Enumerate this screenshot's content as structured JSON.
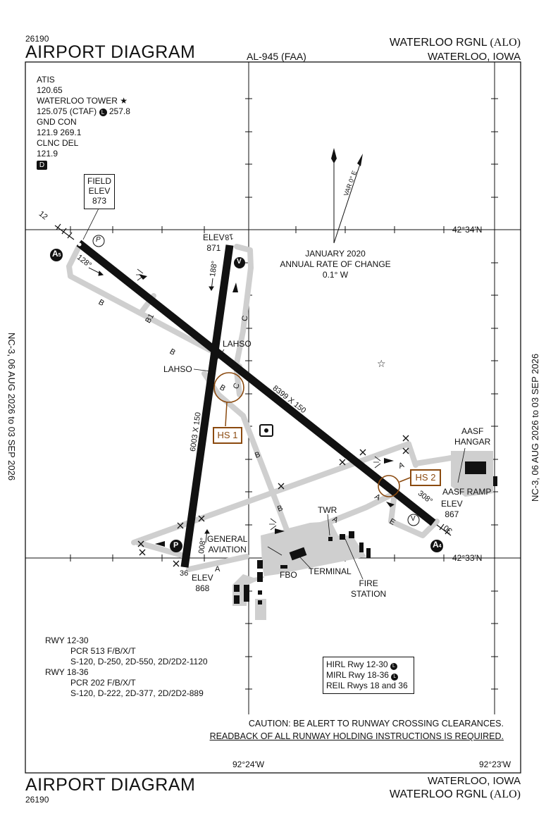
{
  "header": {
    "number": "26190",
    "title": "AIRPORT DIAGRAM",
    "chart_id": "AL-945 (FAA)",
    "airport_name": "WATERLOO RGNL",
    "airport_code": "(ALO)",
    "city_state": "WATERLOO, IOWA"
  },
  "footer": {
    "title": "AIRPORT DIAGRAM",
    "number": "26190",
    "city_state": "WATERLOO, IOWA",
    "airport_name": "WATERLOO RGNL",
    "airport_code": "(ALO)"
  },
  "side_labels": {
    "left": "NC-3, 06 AUG 2026 to 03 SEP 2026",
    "right": "NC-3, 06 AUG 2026 to 03 SEP 2026"
  },
  "frequencies": {
    "lines": [
      "ATIS",
      "120.65",
      "WATERLOO TOWER",
      "125.075 (CTAF)",
      "257.8",
      "GND CON",
      "121.9 269.1",
      "CLNC DEL",
      "121.9"
    ],
    "tower_star": "★",
    "l_symbol": "L",
    "d_symbol": "D"
  },
  "field_elev": {
    "line1": "FIELD",
    "line2": "ELEV",
    "value": "873"
  },
  "declination": {
    "var_label": "VAR 0° E",
    "line1": "JANUARY 2020",
    "line2": "ANNUAL RATE OF CHANGE",
    "line3": "0.1° W"
  },
  "coordinates": {
    "lat_north": "42°34'N",
    "lat_south": "42°33'N",
    "lon_west": "92°24'W",
    "lon_east": "92°23'W"
  },
  "runways": {
    "rwy_12_label": "12",
    "rwy_30_label": "30",
    "rwy_18_label": "18",
    "rwy_36_label": "36",
    "dims_12_30": "8399 X 150",
    "dims_18_36": "6003 X 150",
    "hdg_128": "128°",
    "hdg_308": "308°",
    "hdg_188": "188°",
    "hdg_008": "008°",
    "elev_18": {
      "label": "ELEV",
      "value": "871"
    },
    "elev_36": {
      "label": "ELEV",
      "value": "868"
    },
    "elev_30": {
      "label": "ELEV",
      "value": "867"
    },
    "lahso_1": "LAHSO",
    "lahso_2": "LAHSO"
  },
  "taxiways": [
    "B",
    "B1",
    "B",
    "B",
    "C",
    "C",
    "B",
    "B",
    "A",
    "A",
    "A",
    "E",
    "A"
  ],
  "hot_spots": {
    "hs1": "HS 1",
    "hs2": "HS 2"
  },
  "labels": {
    "aasf_hangar_1": "AASF",
    "aasf_hangar_2": "HANGAR",
    "aasf_ramp": "AASF RAMP",
    "twr": "TWR",
    "general_aviation_1": "GENERAL",
    "general_aviation_2": "AVIATION",
    "terminal": "TERMINAL",
    "fbo": "FBO",
    "fire_1": "FIRE",
    "fire_2": "STATION",
    "circle_a5": "A",
    "circle_a5_sub": "5",
    "circle_a4": "A",
    "circle_a4_sub": "4",
    "circle_p_1": "P",
    "circle_p_2": "P",
    "circle_v_1": "V",
    "circle_v_2": "V",
    "star": "☆"
  },
  "pcr": {
    "lines": [
      "RWY 12-30",
      "PCR 513 F/B/X/T",
      "S-120, D-250, 2D-550, 2D/2D2-1120",
      "RWY 18-36",
      "PCR 202 F/B/X/T",
      "S-120, D-222, 2D-377, 2D/2D2-889"
    ]
  },
  "lighting": {
    "lines": [
      "HIRL Rwy 12-30",
      "MIRL Rwy 18-36",
      "REIL Rwys 18 and 36"
    ],
    "l_symbol": "L"
  },
  "caution": {
    "line1": "CAUTION: BE ALERT TO RUNWAY CROSSING CLEARANCES.",
    "line2": "READBACK OF ALL RUNWAY HOLDING INSTRUCTIONS IS REQUIRED."
  }
}
